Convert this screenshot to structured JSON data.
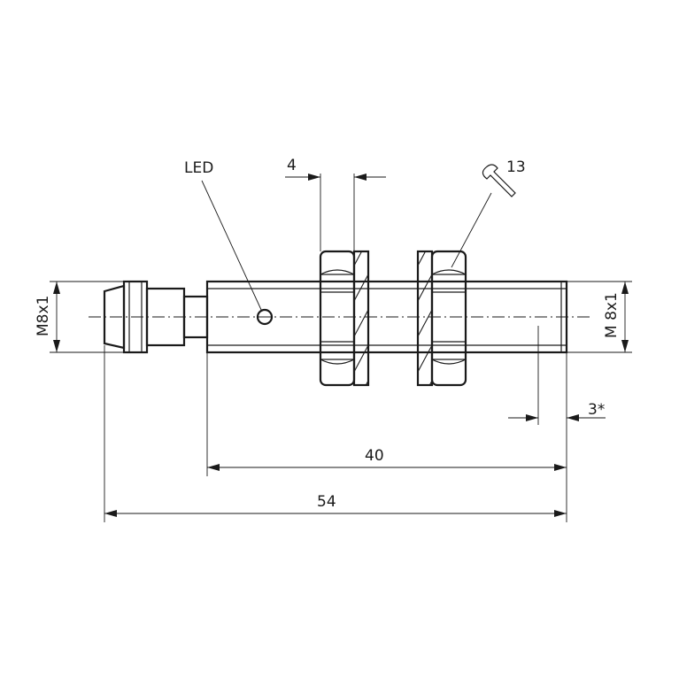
{
  "labels": {
    "led": "LED",
    "washer_thickness": "4",
    "wrench_size": "13",
    "thread_left": "M8x1",
    "thread_right": "M 8x1",
    "sensing_offset": "3*",
    "housing_length": "40",
    "total_length": "54"
  },
  "icons": {
    "wrench": "wrench-icon"
  }
}
